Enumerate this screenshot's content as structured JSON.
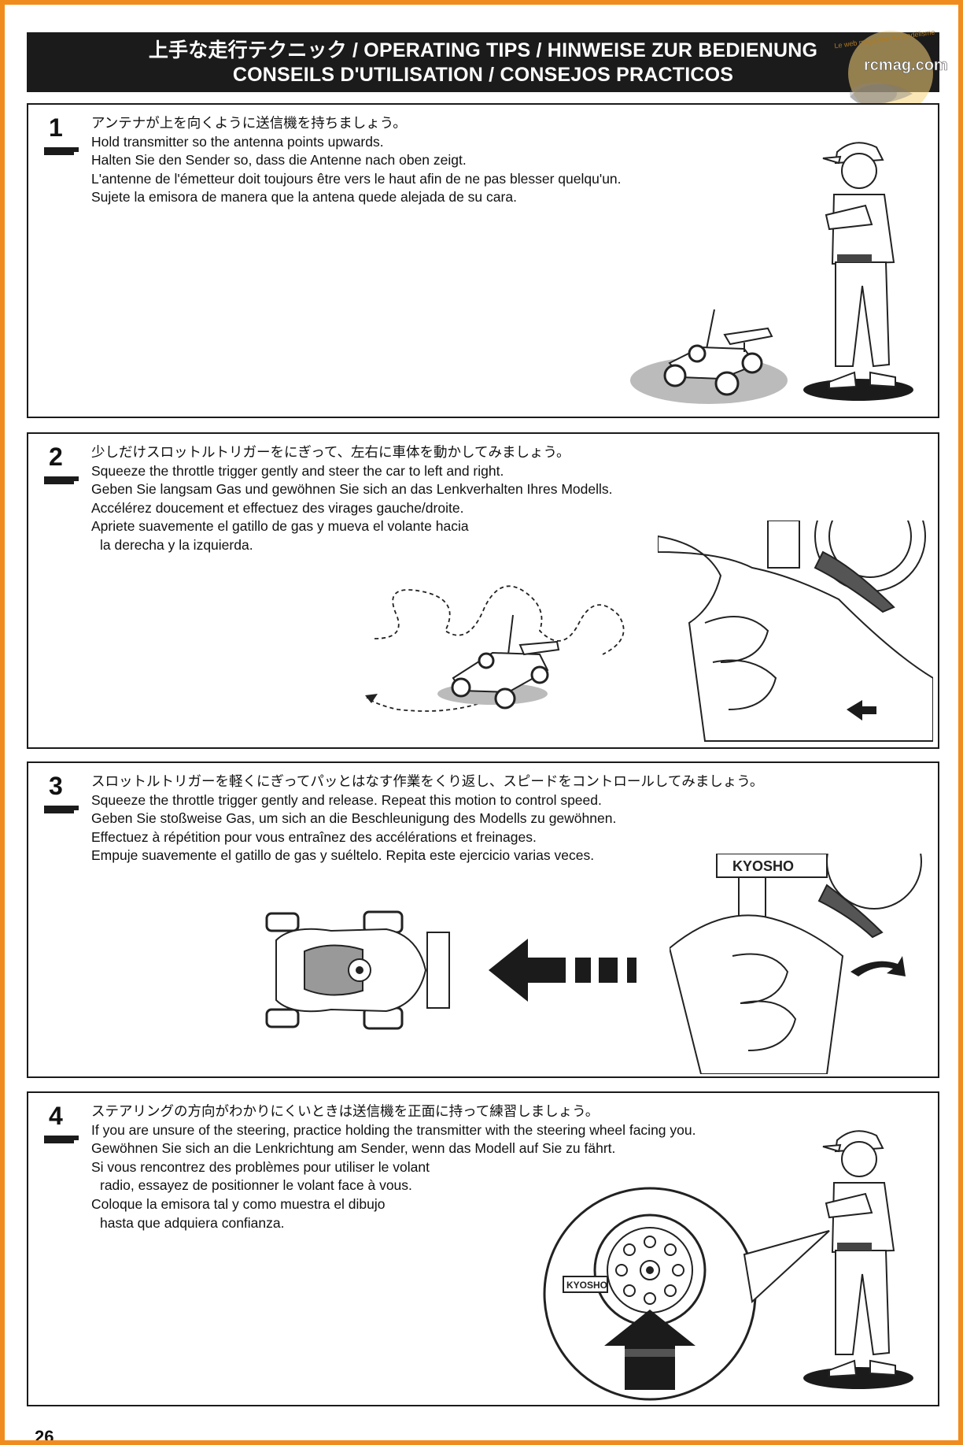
{
  "header": {
    "title_line1": "上手な走行テクニック / OPERATING TIPS / HINWEISE ZUR BEDIENUNG",
    "title_line2": "CONSEILS D'UTILISATION / CONSEJOS PRACTICOS"
  },
  "watermark": {
    "site": "rcmag.com",
    "tagline": "Le web magazine du modélisme"
  },
  "steps": [
    {
      "number": "1",
      "lines": [
        "アンテナが上を向くように送信機を持ちましょう。",
        "Hold transmitter so the antenna points upwards.",
        "Halten Sie den Sender so, dass die Antenne nach oben zeigt.",
        "L'antenne de l'émetteur doit toujours être vers le haut afin de ne pas blesser quelqu'un.",
        "Sujete la emisora de manera que la antena quede alejada de su cara."
      ]
    },
    {
      "number": "2",
      "lines": [
        "少しだけスロットルトリガーをにぎって、左右に車体を動かしてみましょう。",
        "Squeeze the throttle trigger gently and steer the car to left and right.",
        "Geben Sie langsam Gas und gewöhnen Sie sich an das Lenkverhalten Ihres Modells.",
        "Accélérez doucement et effectuez des virages gauche/droite.",
        "Apriete suavemente el gatillo de gas y mueva el volante hacia",
        "la derecha y la izquierda."
      ]
    },
    {
      "number": "3",
      "lines": [
        "スロットルトリガーを軽くにぎってパッとはなす作業をくり返し、スピードをコントロールしてみましょう。",
        "Squeeze the throttle trigger gently and release.  Repeat this motion to control speed.",
        "Geben Sie stoßweise Gas, um sich an die Beschleunigung des Modells zu gewöhnen.",
        "Effectuez à répétition pour vous entraînez des accélérations et freinages.",
        "Empuje suavemente el gatillo de gas y suéltelo.  Repita este ejercicio varias veces."
      ],
      "brand": "KYOSHO"
    },
    {
      "number": "4",
      "lines": [
        "ステアリングの方向がわかりにくいときは送信機を正面に持って練習しましょう。",
        "If you are unsure of the steering, practice holding the transmitter with the steering wheel facing you.",
        "Gewöhnen Sie sich an die Lenkrichtung am Sender, wenn das Modell auf Sie zu fährt.",
        "Si vous rencontrez des problèmes pour utiliser le volant",
        "radio, essayez de positionner le volant face à vous.",
        "Coloque la emisora tal y como muestra el dibujo",
        "hasta que adquiera confianza."
      ],
      "brand": "KYOSHO"
    }
  ],
  "page_number": "26",
  "colors": {
    "border": "#f08c1e",
    "header_bg": "#1b1b1b",
    "header_text": "#ffffff"
  }
}
